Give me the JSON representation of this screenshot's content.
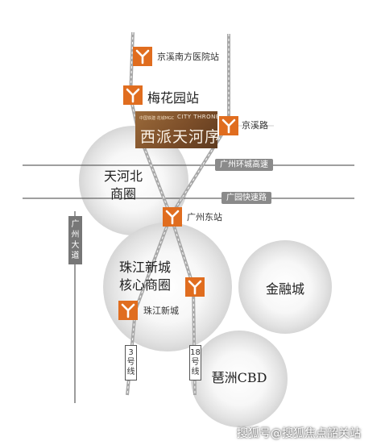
{
  "colors": {
    "metro_badge": "#e06d1f",
    "project_badge": "#7c4e29",
    "road_tag": "#8a8a8a",
    "rail_line": "#9a9a9a"
  },
  "project": {
    "subtitle": "中国铁建·花城MGC",
    "english_name": "CITY THRONE",
    "name": "西派天河序"
  },
  "stations": [
    {
      "name": "京溪南方医院站",
      "icon": "metro-icon"
    },
    {
      "name": "梅花园站",
      "icon": "metro-icon"
    },
    {
      "name": "京溪路",
      "icon": "metro-icon"
    },
    {
      "name": "广州东站",
      "icon": "metro-icon"
    },
    {
      "name": "珠江新城",
      "icon": "metro-icon"
    },
    {
      "name": "",
      "icon": "metro-icon"
    }
  ],
  "roads": {
    "ring_expressway": "广州环城高速",
    "express_road": "广园快速路",
    "guangzhou_avenue": "广州大道"
  },
  "lines": {
    "line3": "3号线",
    "line18": "18号线"
  },
  "districts": {
    "tianhe_north_1": "天河北",
    "tianhe_north_2": "商圈",
    "zhujiang_1": "珠江新城",
    "zhujiang_2": "核心商圈",
    "finance": "金融城",
    "pazhou": "琶洲CBD"
  },
  "watermark": "搜狐号@搜狐焦点韶关站"
}
